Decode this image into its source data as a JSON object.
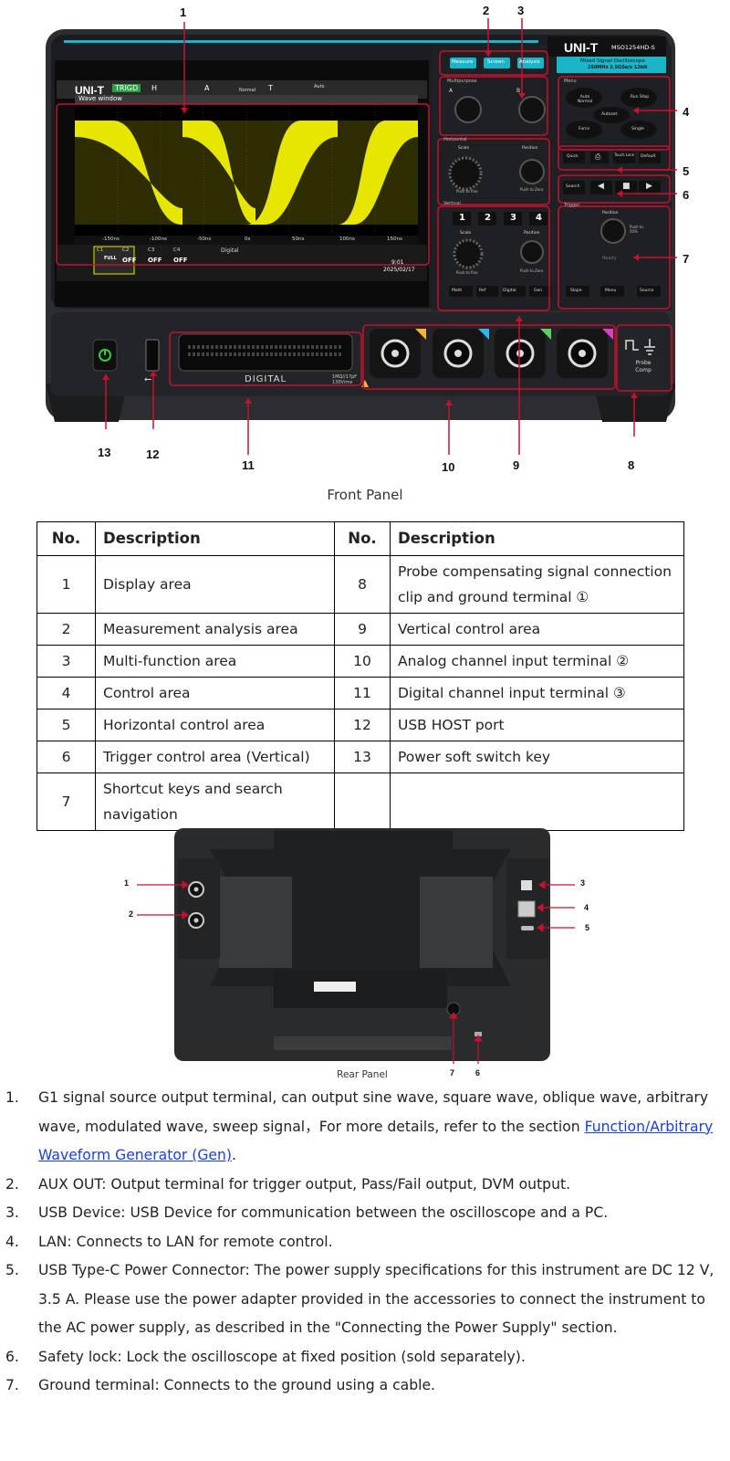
{
  "front_panel": {
    "caption": "Front Panel",
    "brand": "UNI-T",
    "model": "MSO1254HD-S",
    "model_subtitle": "Mixed Signal Oscilloscope",
    "model_spec": "250MHz 2.5GSa/s 12bit",
    "top_buttons": [
      "Measure",
      "Screen",
      "Analysis"
    ],
    "multipurpose_label": "Multipurpose",
    "knob_a_label": "A",
    "knob_b_label": "B",
    "menu_label": "Menu",
    "menu_buttons": [
      "Auto Normal",
      "Run Stop",
      "Autoset",
      "Force",
      "Single"
    ],
    "horizontal_label": "Horizontal",
    "h_scale_label": "Scale",
    "h_position_label": "Position",
    "push_fine": "Push to fine",
    "push_zero": "Push to Zero",
    "shortcut_buttons": [
      "Quick",
      "Touch Lock",
      "Default"
    ],
    "search_label": "Search",
    "vertical_label": "Vertical",
    "channel_buttons": [
      "1",
      "2",
      "3",
      "4"
    ],
    "v_scale_label": "Scale",
    "v_position_label": "Position",
    "bottom_buttons": [
      "Math",
      "Ref",
      "Digital",
      "Gen"
    ],
    "trigger_label": "Trigger",
    "trigger_position": "Position",
    "trigger_push": "Push to 50%",
    "trigger_ready": "Ready",
    "trigger_buttons": [
      "Slope",
      "Menu",
      "Source"
    ],
    "digital_label": "DIGITAL",
    "input_spec": "1MΩ//17pF 130Vrms",
    "probe_comp": "Probe Comp",
    "screen": {
      "logo": "UNI-T",
      "status": "TRIGD",
      "h_label": "H",
      "a_label": "A",
      "a_value": "Normal",
      "t_label": "T",
      "t_mode": "Auto",
      "wave_window": "Wave window",
      "time_ticks": [
        "-150ns",
        "-100ns",
        "-50ns",
        "0s",
        "50ns",
        "100ns",
        "150ns"
      ],
      "channels": [
        {
          "name": "C1",
          "value": "FULL"
        },
        {
          "name": "C2",
          "value": "OFF"
        },
        {
          "name": "C3",
          "value": "OFF"
        },
        {
          "name": "C4",
          "value": "OFF"
        }
      ],
      "digital": "Digital",
      "clock_time": "9:01",
      "clock_date": "2025/02/17"
    },
    "callouts": [
      "1",
      "2",
      "3",
      "4",
      "5",
      "6",
      "7",
      "8",
      "9",
      "10",
      "11",
      "12",
      "13"
    ]
  },
  "table": {
    "headers": [
      "No.",
      "Description",
      "No.",
      "Description"
    ],
    "rows": [
      {
        "no1": "1",
        "desc1": "Display area",
        "no2": "8",
        "desc2": "Probe compensating signal connection clip and ground terminal ①"
      },
      {
        "no1": "2",
        "desc1": "Measurement analysis area",
        "no2": "9",
        "desc2": "Vertical control area"
      },
      {
        "no1": "3",
        "desc1": "Multi-function area",
        "no2": "10",
        "desc2": "Analog channel input terminal ②"
      },
      {
        "no1": "4",
        "desc1": "Control area",
        "no2": "11",
        "desc2": "Digital channel input terminal ③"
      },
      {
        "no1": "5",
        "desc1": "Horizontal control area",
        "no2": "12",
        "desc2": "USB HOST port"
      },
      {
        "no1": "6",
        "desc1": "Trigger control area (Vertical)",
        "no2": "13",
        "desc2": "Power soft switch key"
      },
      {
        "no1": "7",
        "desc1": "Shortcut keys and search navigation",
        "no2": "",
        "desc2": ""
      }
    ]
  },
  "rear_panel": {
    "caption": "Rear Panel",
    "callouts": [
      "1",
      "2",
      "3",
      "4",
      "5",
      "7",
      "6"
    ],
    "items": [
      {
        "num": "1.",
        "text": "G1 signal source output terminal, can output sine wave, square wave, oblique wave, arbitrary wave, modulated wave, sweep signal，For more details, refer to the section ",
        "link": "Function/Arbitrary Waveform Generator (Gen)",
        "tail": "."
      },
      {
        "num": "2.",
        "text": "AUX OUT: Output terminal for trigger output, Pass/Fail output, DVM output."
      },
      {
        "num": "3.",
        "text": "USB Device: USB Device for communication between the oscilloscope and a PC."
      },
      {
        "num": "4.",
        "text": "LAN: Connects to LAN for remote control."
      },
      {
        "num": "5.",
        "text": "USB Type-C Power Connector: The power supply specifications for this instrument are DC 12 V, 3.5 A. Please use the power adapter provided in the accessories to connect the instrument to the AC power supply, as described in the \"Connecting the Power Supply\" section."
      },
      {
        "num": "6.",
        "text": "Safety lock: Lock the oscilloscope at fixed position (sold separately)."
      },
      {
        "num": "7.",
        "text": "Ground terminal: Connects to the ground using a cable."
      }
    ]
  },
  "colors": {
    "callout_red": "#c8102e",
    "teal": "#19b6c9",
    "wave_yellow": "#e6e600",
    "link_blue": "#1a3fd6",
    "ch1": "#f2b830",
    "ch2": "#33b5e5",
    "ch3": "#5fcf5f",
    "ch4": "#e040c0"
  }
}
